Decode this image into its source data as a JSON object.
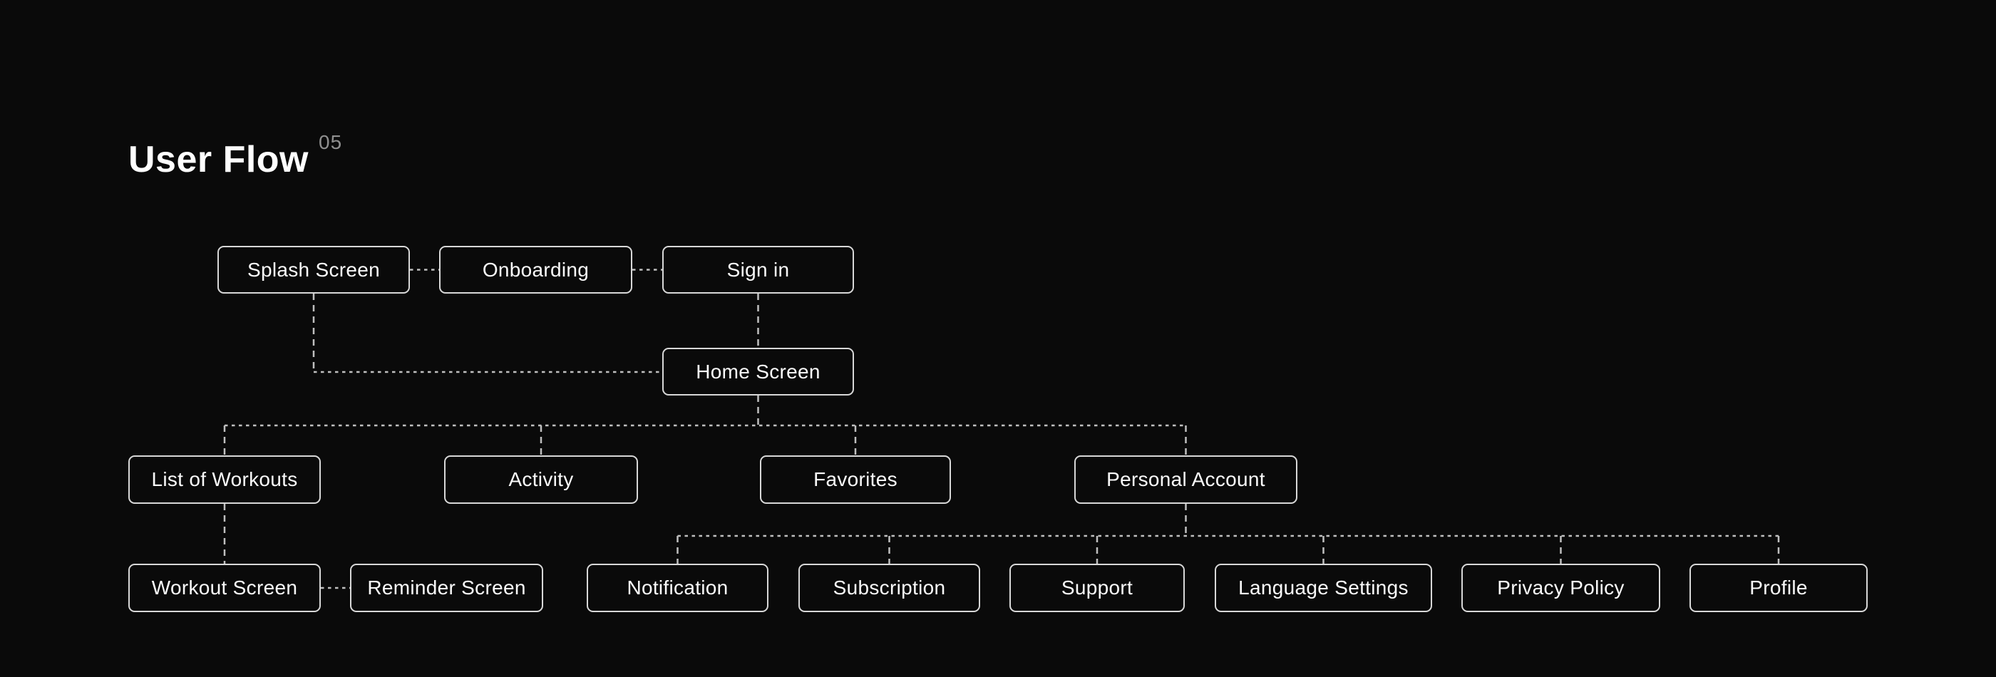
{
  "title": {
    "text": "User Flow",
    "index": "05"
  },
  "colors": {
    "background": "#0a0a0a",
    "box_border": "#d8d8d8",
    "box_text": "#fafafa",
    "connector": "#bfbfbf",
    "index_text": "#8f8f8f"
  },
  "flow": {
    "nodes": {
      "splash": "Splash Screen",
      "onboarding": "Onboarding",
      "signin": "Sign in",
      "home": "Home Screen",
      "list_of_workouts": "List of Workouts",
      "activity": "Activity",
      "favorites": "Favorites",
      "personal_account": "Personal Account",
      "workout_screen": "Workout Screen",
      "reminder_screen": "Reminder Screen",
      "notification": "Notification",
      "subscription": "Subscription",
      "support": "Support",
      "language_settings": "Language Settings",
      "privacy_policy": "Privacy Policy",
      "profile": "Profile"
    },
    "connections": [
      {
        "from": "Splash Screen",
        "to": "Onboarding"
      },
      {
        "from": "Onboarding",
        "to": "Sign in"
      },
      {
        "from": "Sign in",
        "to": "Home Screen"
      },
      {
        "from": "Splash Screen",
        "to": "Home Screen"
      },
      {
        "from": "Home Screen",
        "to": "List of Workouts"
      },
      {
        "from": "Home Screen",
        "to": "Activity"
      },
      {
        "from": "Home Screen",
        "to": "Favorites"
      },
      {
        "from": "Home Screen",
        "to": "Personal Account"
      },
      {
        "from": "List of Workouts",
        "to": "Workout Screen"
      },
      {
        "from": "Workout Screen",
        "to": "Reminder Screen"
      },
      {
        "from": "Personal Account",
        "to": "Notification"
      },
      {
        "from": "Personal Account",
        "to": "Subscription"
      },
      {
        "from": "Personal Account",
        "to": "Support"
      },
      {
        "from": "Personal Account",
        "to": "Language Settings"
      },
      {
        "from": "Personal Account",
        "to": "Privacy Policy"
      },
      {
        "from": "Personal Account",
        "to": "Profile"
      }
    ]
  }
}
